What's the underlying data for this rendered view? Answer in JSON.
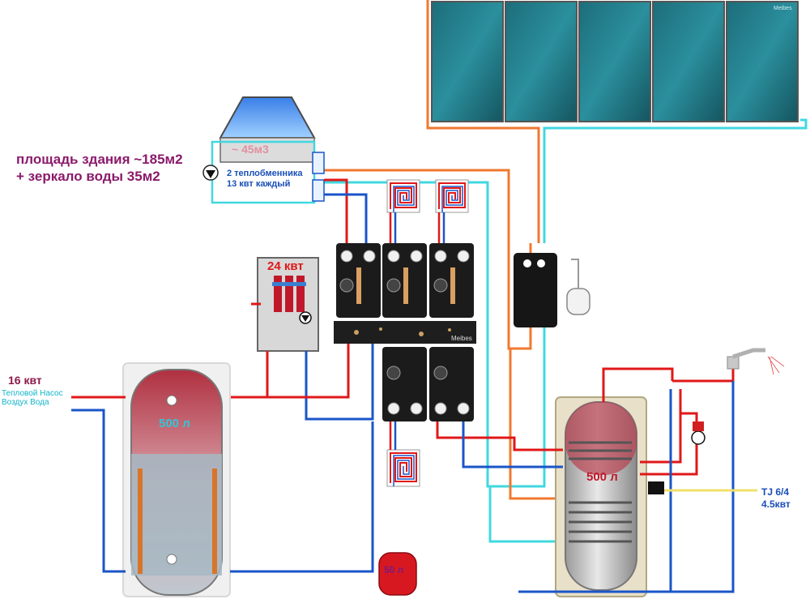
{
  "building_note": {
    "line1": "площадь здания ~185м2",
    "line2": "+ зеркало воды 35м2"
  },
  "pool": {
    "volume": "~ 45м3",
    "hx_line1": "2 теплобменника",
    "hx_line2": "13 квт каждый"
  },
  "boiler": {
    "power": "24 квт"
  },
  "heat_pump": {
    "power": "16 квт",
    "line1": "Тепловой Насос",
    "line2": "Воздух Вода"
  },
  "buffer_tank": {
    "volume": "500 л"
  },
  "dhw_tank": {
    "volume": "500 л"
  },
  "expansion_vessel": {
    "volume": "50 л"
  },
  "electric_heater": {
    "model": "TJ 6/4",
    "power": "4.5квт"
  },
  "brand": {
    "collector": "Meibes",
    "manifold": "Meibes"
  },
  "colors": {
    "hot": "#e01818",
    "cold": "#1a55c8",
    "solar": "#40d8e0",
    "solar_hot": "#f07830",
    "text_purple": "#8b1a6b",
    "text_blue": "#1a4fb8"
  }
}
